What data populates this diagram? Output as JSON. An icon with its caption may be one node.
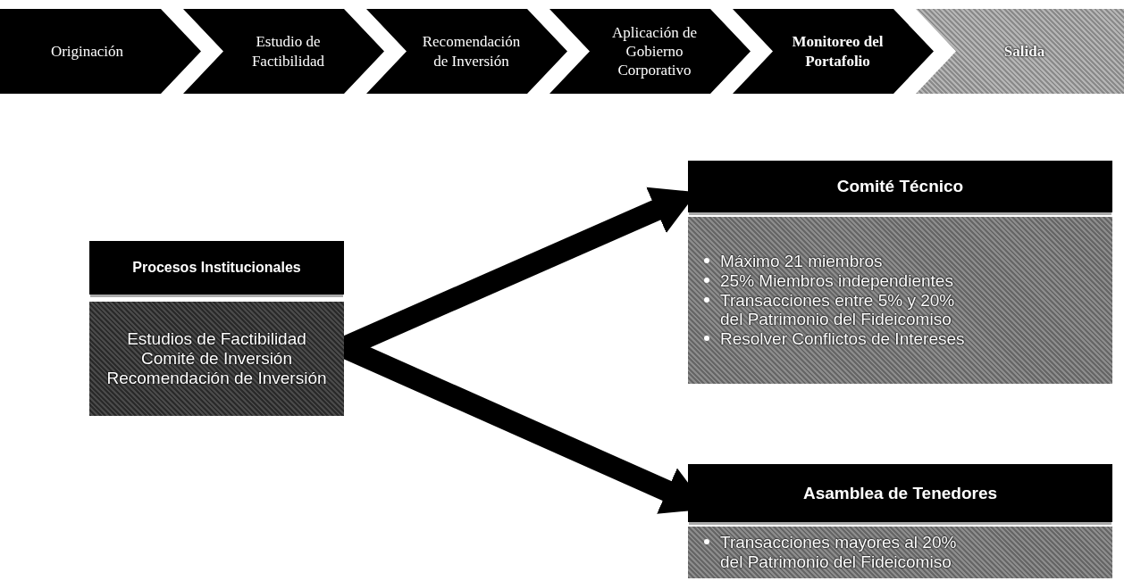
{
  "diagram": {
    "nodes": [
      {
        "text": [
          "Originación"
        ]
      },
      {
        "text": [
          "Estudio de Factibilidad"
        ]
      },
      {
        "text": [
          "Recomendación de Inversión"
        ]
      },
      {
        "text": [
          "Aplicación de Gobierno Corporativo"
        ]
      },
      {
        "text": [
          "Monitoreo del Portafolio"
        ]
      },
      {
        "text": [
          "Salida"
        ]
      },
      {
        "text": [
          "Procesos Institucionales"
        ]
      },
      {
        "text": [
          "Estudios de Factibilidad",
          "Comité de Inversión",
          "Recomendación de Inversión"
        ]
      },
      {
        "text": [
          "Comité Técnico"
        ]
      },
      {
        "text": [
          "Máximo 21 miembros",
          "25% Miembros independientes",
          "Transacciones entre 5% y 20% del Patrimonio del Fideicomiso",
          "Resolver Conflictos de Intereses"
        ]
      },
      {
        "text": [
          "Asamblea de Tenedores"
        ]
      },
      {
        "text": [
          "Transacciones mayores al 20% del Patrimonio del Fideicomiso"
        ]
      }
    ],
    "edges": [
      {
        "from": 7,
        "to": 8,
        "arrow": "to"
      },
      {
        "from": 7,
        "to": 10,
        "arrow": "to"
      }
    ]
  }
}
